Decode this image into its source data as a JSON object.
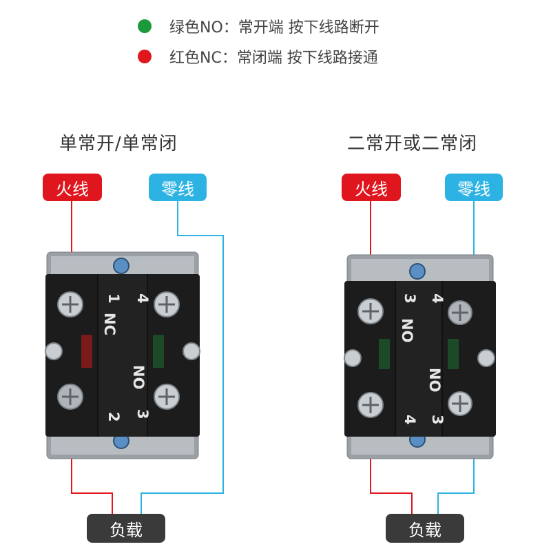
{
  "legend": [
    {
      "label": "绿色NO：常开端 按下线路断开",
      "color": "#1a9a3a"
    },
    {
      "label": "红色NC：常闭端 按下线路接通",
      "color": "#e0161e"
    }
  ],
  "diagrams": [
    {
      "title": "单常开/单常闭",
      "live_label": "火线",
      "neutral_label": "零线",
      "load_label": "负载",
      "contact_marks": [
        "1",
        "NC",
        "2",
        "4",
        "NO",
        "3"
      ]
    },
    {
      "title": "二常开或二常闭",
      "live_label": "火线",
      "neutral_label": "零线",
      "load_label": "负载",
      "contact_marks": [
        "3",
        "NO",
        "4",
        "4",
        "NO",
        "3"
      ]
    }
  ],
  "colors": {
    "live": "#e0161e",
    "neutral": "#2db3e3",
    "load": "#3a3a3a",
    "body": "#1c1c1c"
  }
}
